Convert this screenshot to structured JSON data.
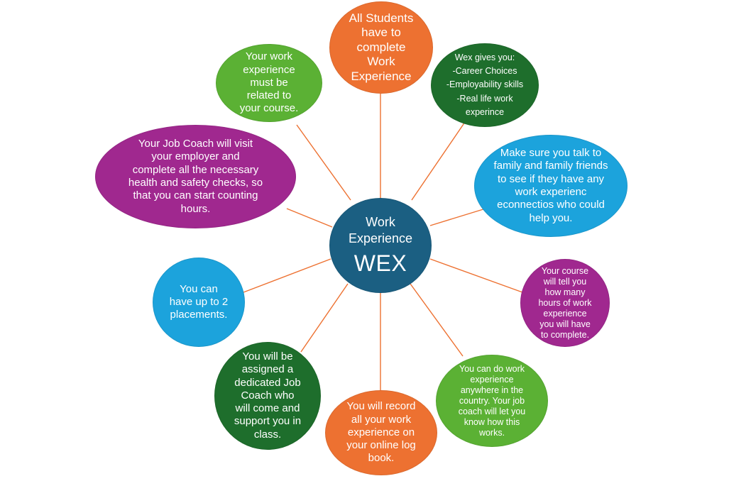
{
  "colors": {
    "orange": "#ED7131",
    "dark_green": "#1E6E2C",
    "light_green": "#5BB134",
    "cyan": "#1CA3DC",
    "purple": "#A0288F",
    "hub_blue": "#1B5F82",
    "connector": "#ED7131",
    "background": "#FFFFFF"
  },
  "hub": {
    "title": "Work\nExperience",
    "subtitle": "WEX",
    "color": "#1B5F82"
  },
  "bubbles": {
    "top": {
      "text": "All Students\nhave to\ncomplete\nWork\nExperience",
      "color": "#ED7131"
    },
    "top_right": {
      "text": "Wex gives you:\n-Career Choices\n-Employability skills\n-Real life work\nexperince",
      "color": "#1E6E2C"
    },
    "right": {
      "text": "Make sure you talk to\nfamily and family friends\nto see if they have any\nwork experienc\neconnectios who could\nhelp you.",
      "color": "#1CA3DC"
    },
    "right_mid": {
      "text": "Your course\nwill tell you\nhow many\nhours of work\nexperience\nyou will have\nto complete.",
      "color": "#A0288F"
    },
    "bottom_right": {
      "text": "You can do work\nexperience\nanywhere in the\ncountry. Your job\ncoach will let you\nknow how this\nworks.",
      "color": "#5BB134"
    },
    "bottom": {
      "text": "You will record\nall your work\nexperience  on\nyour online log\nbook.",
      "color": "#ED7131"
    },
    "bottom_left": {
      "text": "You will be\nassigned a\ndedicated Job\nCoach who\nwill come and\nsupport you in\nclass.",
      "color": "#1E6E2C"
    },
    "left_mid": {
      "text": "You can\nhave up to 2\nplacements.",
      "color": "#1CA3DC"
    },
    "left": {
      "text": "Your Job Coach will visit\nyour employer and\ncomplete all the necessary\nhealth and safety checks, so\nthat you can start counting\nhours.",
      "color": "#A0288F"
    },
    "top_left": {
      "text": "Your work\nexperience\nmust be\nrelated to\nyour course.",
      "color": "#5BB134"
    }
  }
}
